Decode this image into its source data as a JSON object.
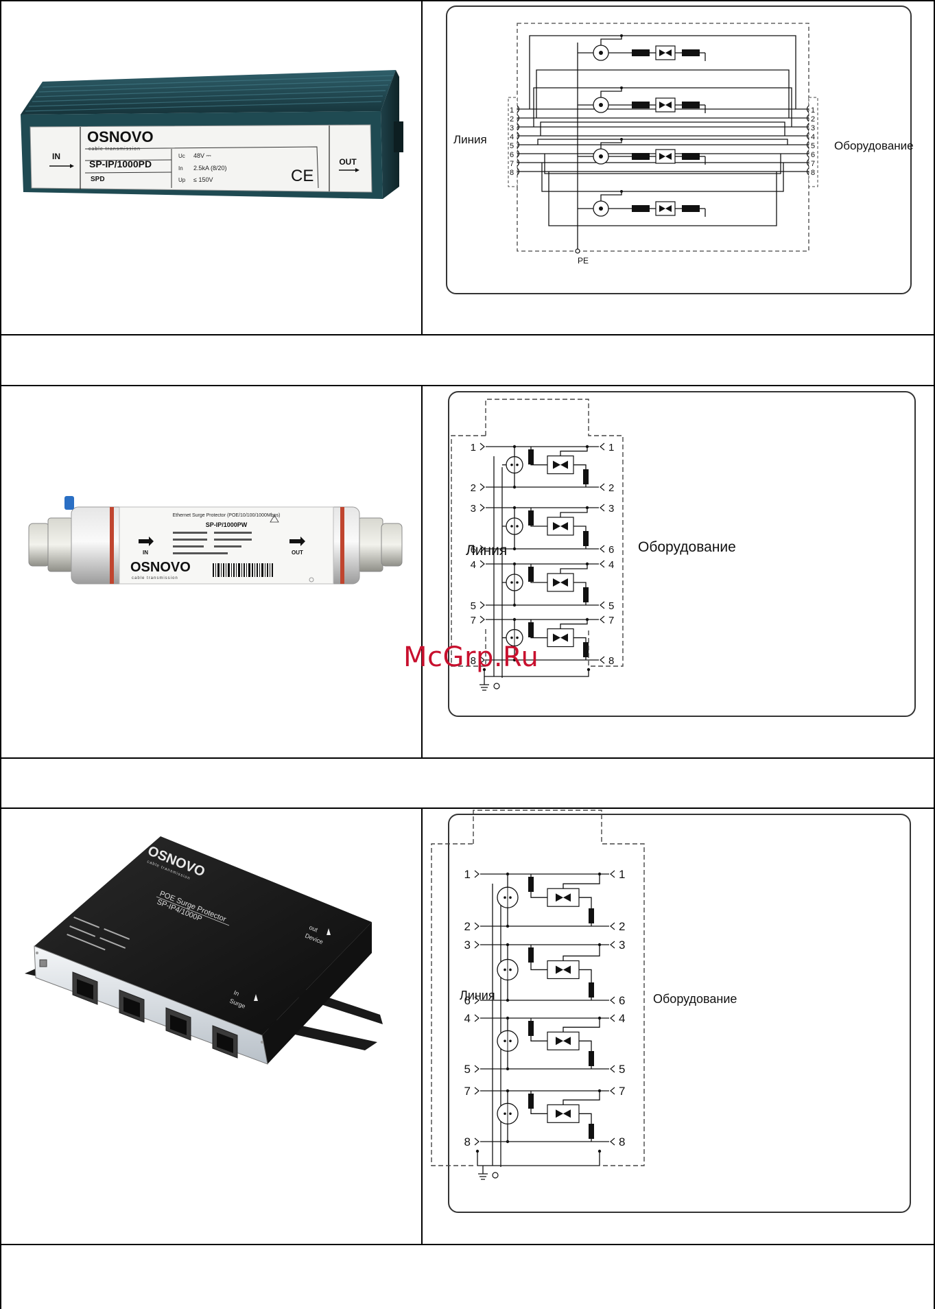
{
  "watermark": "McGrp.Ru",
  "products": [
    {
      "brand": "OSNOVO",
      "brand_sub": "cable transmission",
      "model": "SP-IP/1000PD",
      "spd": "SPD",
      "in_label": "IN",
      "out_label": "OUT",
      "specs": [
        "48V ⎓",
        "2.5kA (8/20)",
        "≤ 150V"
      ],
      "spec_symbols": [
        "Uc",
        "In",
        "Up"
      ],
      "ce": "CE"
    },
    {
      "title_strip": "Ethernet Surge Protector (POE/10/100/1000Mbps)",
      "model": "SP-IP/1000PW",
      "brand": "OSNOVO",
      "brand_sub": "cable transmission",
      "in_label": "IN",
      "out_label": "OUT"
    },
    {
      "brand": "OSNOVO",
      "brand_sub": "cable transmission",
      "title": "POE Surge Protector",
      "model": "SP-IP4/1000P",
      "out_label": "out",
      "out_sub": "Device",
      "in_label": "In",
      "in_sub": "Surge"
    }
  ],
  "diagrams": [
    {
      "left_label": "Линия",
      "right_label": "Оборудование",
      "pins": [
        "1",
        "2",
        "3",
        "4",
        "5",
        "6",
        "7",
        "8"
      ],
      "pe": "PE"
    },
    {
      "left_label": "Линия",
      "right_label": "Оборудование",
      "pins": [
        "1",
        "2",
        "3",
        "6",
        "4",
        "5",
        "7",
        "8"
      ]
    },
    {
      "left_label": "Линия",
      "right_label": "Оборудование",
      "pins": [
        "1",
        "2",
        "3",
        "6",
        "4",
        "5",
        "7",
        "8"
      ]
    }
  ]
}
